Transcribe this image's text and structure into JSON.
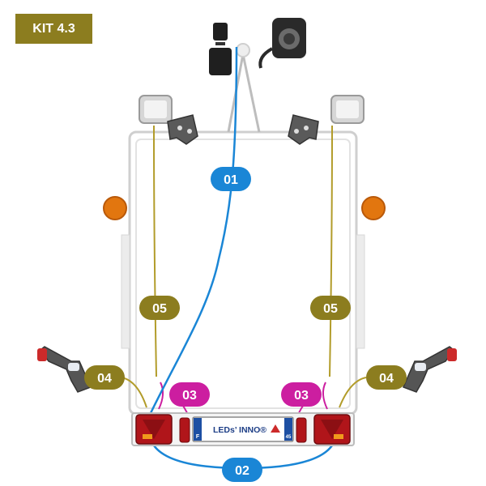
{
  "title": "KIT 4.3",
  "colors": {
    "badge": "#8c7d1f",
    "olive": "#8c7d1f",
    "blue": "#1a86d6",
    "magenta": "#cc1ea0",
    "frame": "#c9c9c9",
    "orange": "#e2760f",
    "lamp_red": "#b0151a"
  },
  "labels": {
    "cable_01": "01",
    "cable_02": "02",
    "cable_03_left": "03",
    "cable_03_right": "03",
    "cable_04_left": "04",
    "cable_04_right": "04",
    "cable_05_left": "05",
    "cable_05_right": "05"
  },
  "plate": {
    "brand": "LEDs’ INNO®",
    "country": "F",
    "dept": "45"
  }
}
